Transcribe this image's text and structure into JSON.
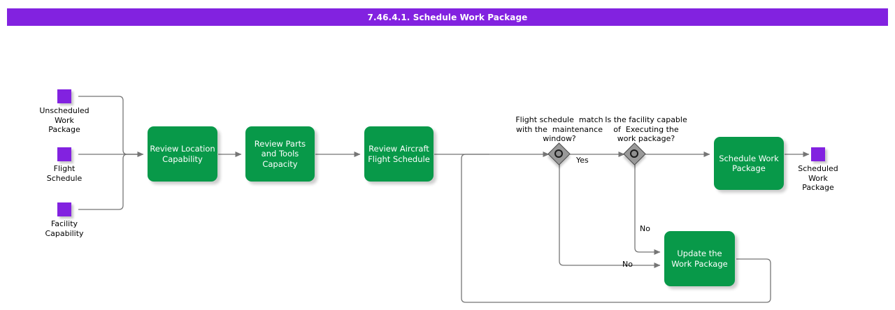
{
  "header": {
    "title": "7.46.4.1. Schedule Work Package",
    "bar_color": "#8222E0",
    "title_color": "#ffffff"
  },
  "theme": {
    "task_fill": "#089949",
    "task_text": "#ffffff",
    "data_fill": "#8222E0",
    "gateway_fill": "#999999",
    "gateway_ring": "#1a1a1a",
    "connector": "#666666",
    "background": "#ffffff"
  },
  "diagram": {
    "type": "flowchart",
    "data_objects": [
      {
        "id": "unscheduled-work-package",
        "label": "Unscheduled\nWork\nPackage",
        "role": "input"
      },
      {
        "id": "flight-schedule",
        "label": "Flight\nSchedule",
        "role": "input"
      },
      {
        "id": "facility-capability",
        "label": "Facility\nCapability",
        "role": "input"
      },
      {
        "id": "scheduled-work-package",
        "label": "Scheduled\nWork\nPackage",
        "role": "output"
      }
    ],
    "tasks": [
      {
        "id": "review-location-capability",
        "label": "Review Location\nCapability"
      },
      {
        "id": "review-parts-and-tools-capacity",
        "label": "Review Parts\nand Tools\nCapacity"
      },
      {
        "id": "review-aircraft-flight-schedule",
        "label": "Review Aircraft\nFlight Schedule"
      },
      {
        "id": "schedule-work-package",
        "label": "Schedule Work\nPackage"
      },
      {
        "id": "update-the-work-package",
        "label": "Update the\nWork Package"
      }
    ],
    "gateways": [
      {
        "id": "flight-schedule-match",
        "question": "Flight schedule  match\nwith the  maintenance\nwindow?"
      },
      {
        "id": "facility-capable",
        "question": "Is the facility capable\nof  Executing the\nwork package?"
      }
    ],
    "edge_labels": {
      "gateway1_yes": "Yes",
      "gateway1_no": "No",
      "gateway2_no": "No"
    }
  }
}
